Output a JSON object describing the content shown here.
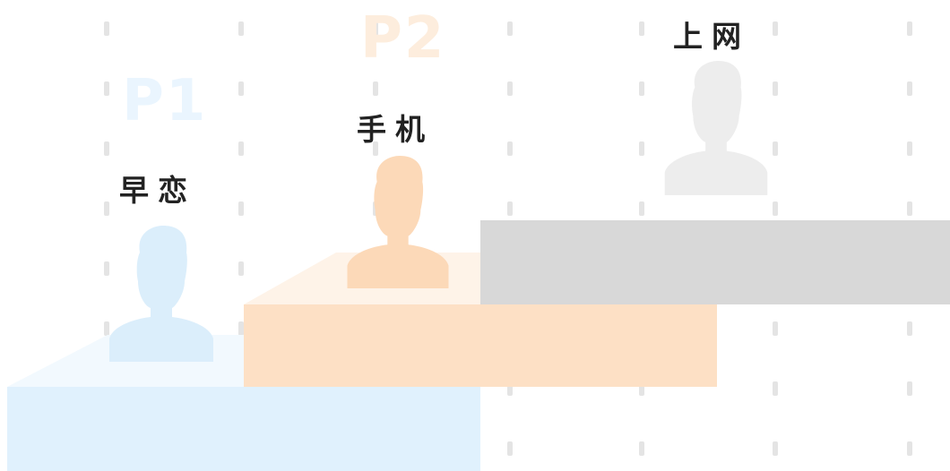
{
  "podium": [
    {
      "id": "first-place",
      "rank": "P1",
      "label": "早恋",
      "color": "#e0f1fd",
      "figure_color": "#dbeefb",
      "rank_color": "#eaf5fe"
    },
    {
      "id": "second-place",
      "rank": "P2",
      "label": "手机",
      "color": "#fde0c5",
      "figure_color": "#fcd9b8",
      "rank_color": "#fdeddd"
    },
    {
      "id": "third-place",
      "rank": "",
      "label": "上网",
      "color": "#d8d8d8",
      "figure_color": "#ededed",
      "rank_color": ""
    }
  ],
  "colors": {
    "grid_dash": "#e4e4e4",
    "label_text": "#222222"
  },
  "icons": [
    "person-silhouette-icon"
  ]
}
